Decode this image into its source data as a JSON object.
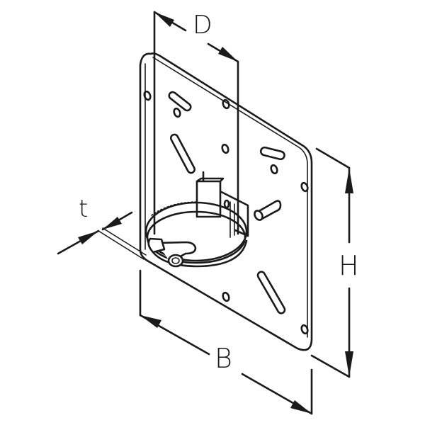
{
  "diagram": {
    "subject": "wall mounting plate with pipe hose clamp",
    "line_color": "#1a1a1a",
    "background_color": "#ffffff",
    "dimensions": {
      "depth": {
        "label": "D"
      },
      "thickness": {
        "label": "t"
      },
      "height": {
        "label": "H"
      },
      "width": {
        "label": "B"
      }
    },
    "parts": [
      "mounting-plate",
      "hose-clamp",
      "clamp-bracket",
      "clamp-screw",
      "mounting-slots",
      "mounting-holes"
    ]
  }
}
